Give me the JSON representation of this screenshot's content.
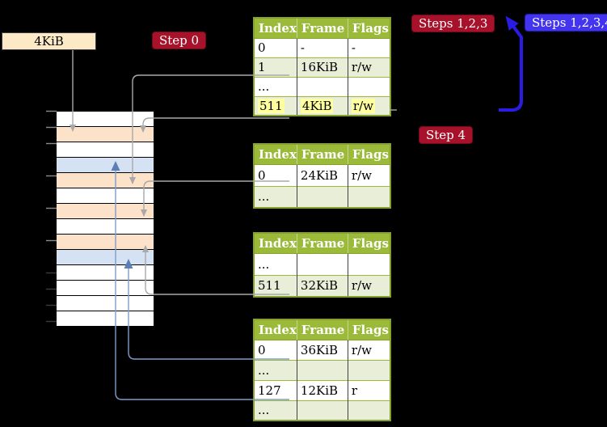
{
  "colors": {
    "background": "#000000",
    "table-header-bg": "#9bba3a",
    "table-border": "#86a12c",
    "row-line": "#9bba3a",
    "table-alt-row": "#e9eed8",
    "highlight-yellow": "#feff9e",
    "memory-table-row": "#fbe2c8",
    "memory-page-row": "#d4e2f4",
    "box-beige": "#fceac6",
    "label-red": "#a8112a",
    "label-blue": "#4334f0",
    "arrow-gray": "#a9a9a9",
    "arrow-steel": "#7f9cc9",
    "arrow-steel-head": "#5d7eb5",
    "arrow-blue": "#2b1ce4"
  },
  "frame_box": {
    "label": "4KiB"
  },
  "step_labels": {
    "step0": "Step 0",
    "steps123": "Steps 1,2,3",
    "steps1234": "Steps 1,2,3,4",
    "step4": "Step 4"
  },
  "memory": {
    "row_types": [
      "free",
      "table",
      "free",
      "page",
      "table",
      "free",
      "table",
      "free",
      "table",
      "page",
      "free",
      "free",
      "free",
      "free"
    ]
  },
  "table_headers": [
    "Index",
    "Frame",
    "Flags"
  ],
  "tables": [
    {
      "name": "level-4-page-table",
      "rows": [
        {
          "cells": [
            "0",
            "-",
            "-"
          ]
        },
        {
          "cells": [
            "1",
            "16KiB",
            "r/w"
          ],
          "alt": true,
          "underline": "gray"
        },
        {
          "cells": [
            "...",
            "",
            ""
          ]
        },
        {
          "cells": [
            "511",
            "4KiB",
            "r/w"
          ],
          "alt": true,
          "highlight": true,
          "underline": "gray"
        }
      ]
    },
    {
      "name": "level-3-page-table",
      "rows": [
        {
          "cells": [
            "0",
            "24KiB",
            "r/w"
          ],
          "underline": "gray"
        },
        {
          "cells": [
            "...",
            "",
            ""
          ],
          "alt": true
        }
      ]
    },
    {
      "name": "level-2-page-table",
      "rows": [
        {
          "cells": [
            "...",
            "",
            ""
          ]
        },
        {
          "cells": [
            "511",
            "32KiB",
            "r/w"
          ],
          "alt": true,
          "underline": "gray"
        }
      ]
    },
    {
      "name": "level-1-page-table",
      "rows": [
        {
          "cells": [
            "0",
            "36KiB",
            "r/w"
          ],
          "underline": "blue"
        },
        {
          "cells": [
            "...",
            "",
            ""
          ],
          "alt": true
        },
        {
          "cells": [
            "127",
            "12KiB",
            "r"
          ],
          "underline": "blue"
        },
        {
          "cells": [
            "...",
            "",
            ""
          ],
          "alt": true
        }
      ]
    }
  ]
}
